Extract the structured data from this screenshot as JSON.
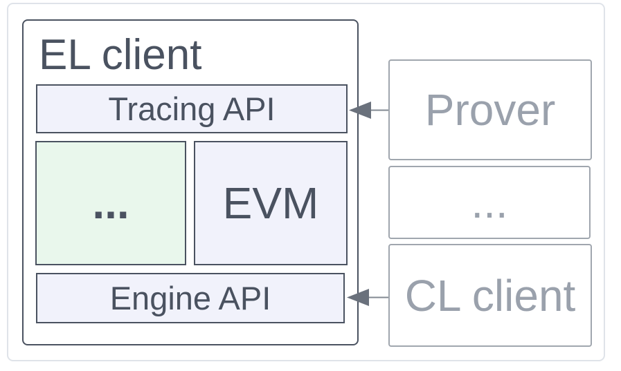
{
  "diagram": {
    "el_client": {
      "title": "EL client",
      "tracing_api_label": "Tracing API",
      "modules_placeholder_label": "...",
      "evm_label": "EVM",
      "engine_api_label": "Engine API"
    },
    "external": {
      "prover_label": "Prover",
      "middle_placeholder_label": "...",
      "cl_client_label": "CL client"
    },
    "colors": {
      "inner_border_and_text": "#4a5260",
      "api_box_fill": "#f1f2fb",
      "modules_placeholder_fill": "#e9f7ec",
      "external_border": "#a0a6ae",
      "external_text": "#9aa1ac",
      "arrow_line": "#828992",
      "arrow_head": "#6a717c",
      "frame_border": "#dfe3e9"
    }
  }
}
